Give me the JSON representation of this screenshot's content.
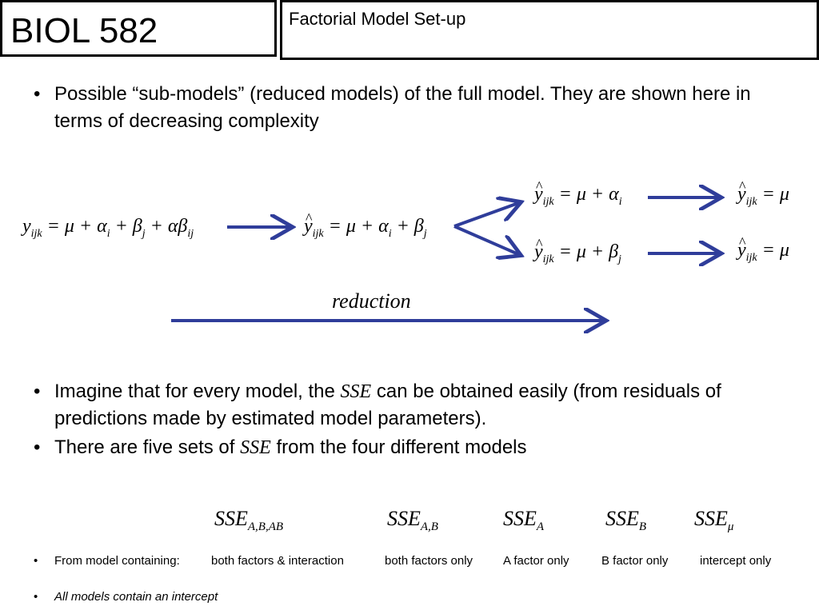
{
  "header": {
    "course_title": "BIOL 582",
    "slide_title": "Factorial Model Set-up"
  },
  "bullets": {
    "b1_text": "Possible “sub-models” (reduced models) of the full model.  They are shown here in terms of decreasing complexity",
    "b2_before": "Imagine that for every model, the ",
    "b2_sse": "SSE",
    "b2_after": " can be obtained easily (from residuals of predictions made by estimated model parameters).",
    "b3_before": "There are five sets of ",
    "b3_sse": "SSE",
    "b3_after": " from the four different models",
    "bullet_glyph": "•"
  },
  "equations": {
    "full": {
      "lhs": "y",
      "sub": "ijk",
      "rhs": "= μ + α",
      "a_sub": "i",
      "b": " + β",
      "b_sub": "j",
      "ab": " + αβ",
      "ab_sub": "ij"
    },
    "additive": {
      "lhs": "y",
      "sub": "ijk",
      "rhs": "= μ + α",
      "a_sub": "i",
      "b": " + β",
      "b_sub": "j"
    },
    "a_only": {
      "lhs": "y",
      "sub": "ijk",
      "rhs": "= μ + α",
      "a_sub": "i"
    },
    "b_only": {
      "lhs": "y",
      "sub": "ijk",
      "rhs": "= μ + β",
      "b_sub": "j"
    },
    "mu_top": {
      "lhs": "y",
      "sub": "ijk",
      "rhs": "= μ"
    },
    "mu_bottom": {
      "lhs": "y",
      "sub": "ijk",
      "rhs": "= μ"
    },
    "hat": "^"
  },
  "reduction_label": "reduction",
  "sse_terms": [
    {
      "base": "SSE",
      "sub": "A,B,AB"
    },
    {
      "base": "SSE",
      "sub": "A,B"
    },
    {
      "base": "SSE",
      "sub": "A"
    },
    {
      "base": "SSE",
      "sub": "B"
    },
    {
      "base": "SSE",
      "sub": "μ"
    }
  ],
  "model_labels": {
    "prefix": "From model containing:",
    "items": [
      "both factors & interaction",
      "both factors only",
      "A factor only",
      "B factor only",
      "intercept only"
    ]
  },
  "footnote": "All models contain an intercept",
  "colors": {
    "arrow": "#2f3d9a",
    "text": "#000000",
    "border": "#000000"
  }
}
